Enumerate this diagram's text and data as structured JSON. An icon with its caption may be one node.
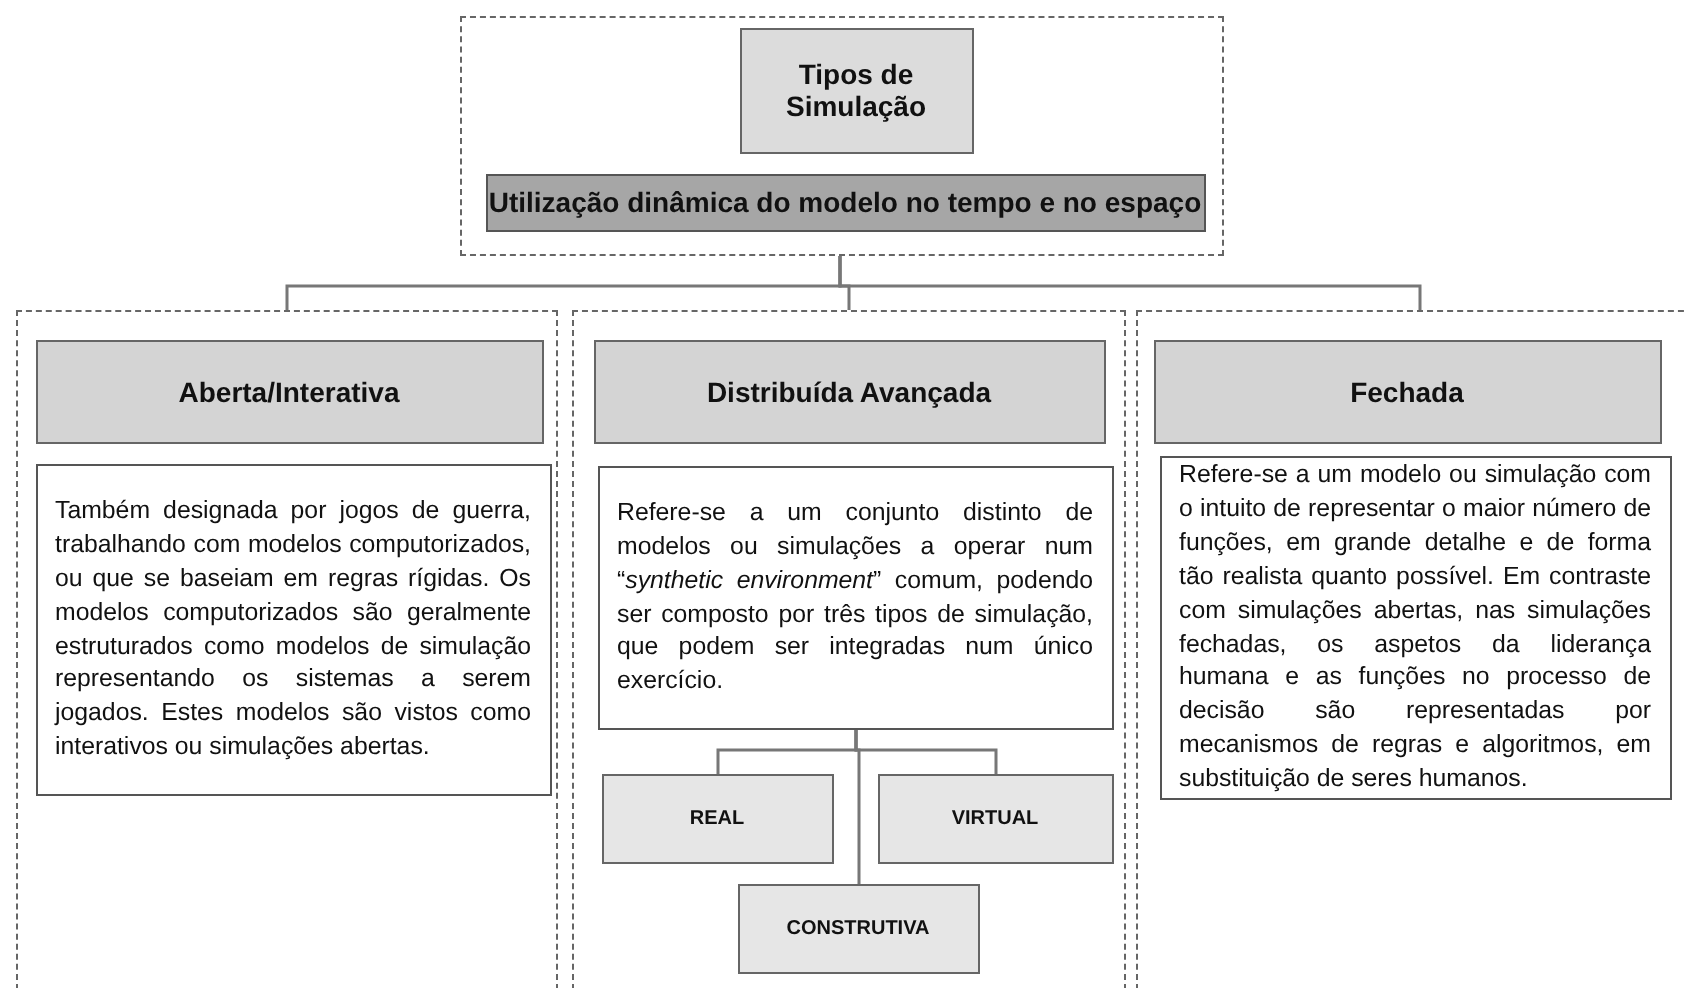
{
  "diagram": {
    "nodes": [
      {
        "text": [],
        "shape": "box"
      },
      {
        "text": [
          "Tipos de Simulação"
        ],
        "in": 0
      },
      {
        "text": [
          "Utilização dinâmica do modelo no tempo e no espaço"
        ],
        "in": 0
      },
      {
        "text": [],
        "shape": "box"
      },
      {
        "text": [
          "Aberta/Interativa"
        ],
        "in": 3
      },
      {
        "text": [
          "Também designada por jogos de guerra, trabalhando com modelos computorizados, ou que se baseiam em regras rígidas. Os modelos computorizados são geralmente estruturados como modelos de simulação representando os sistemas a serem jogados. Estes modelos são vistos como interativos ou simulações abertas."
        ],
        "in": 3
      },
      {
        "text": [],
        "shape": "box"
      },
      {
        "text": [
          "Distribuída Avançada"
        ],
        "in": 6
      },
      {
        "text": [
          "Refere-se a um conjunto distinto de modelos ou simulações a operar num “*synthetic environment*” comum, podendo ser composto por três tipos de simulação, que podem ser integradas num único exercício."
        ],
        "in": 6
      },
      {
        "text": [
          "REAL"
        ],
        "in": 6
      },
      {
        "text": [
          "VIRTUAL"
        ],
        "in": 6
      },
      {
        "text": [
          "CONSTRUTIVA"
        ],
        "in": 6
      },
      {
        "text": [],
        "shape": "box"
      },
      {
        "text": [
          "Fechada"
        ],
        "in": 12
      },
      {
        "text": [
          "Refere-se a um modelo ou simulação com o intuito de representar o maior número de funções, em grande detalhe e de forma tão realista quanto possível. Em contraste com simulações abertas, nas simulações fechadas, os aspetos da liderança humana e as funções no processo de decisão são representadas por mecanismos de regras e algoritmos, em substituição de seres humanos."
        ],
        "in": 12
      }
    ],
    "edges": [
      {
        "from": 0,
        "to": 3,
        "arrow": "none"
      },
      {
        "from": 0,
        "to": 6,
        "arrow": "none"
      },
      {
        "from": 0,
        "to": 12,
        "arrow": "none"
      },
      {
        "from": 8,
        "to": 9,
        "arrow": "none"
      },
      {
        "from": 8,
        "to": 10,
        "arrow": "none"
      },
      {
        "from": 8,
        "to": 11,
        "arrow": "none"
      }
    ]
  }
}
